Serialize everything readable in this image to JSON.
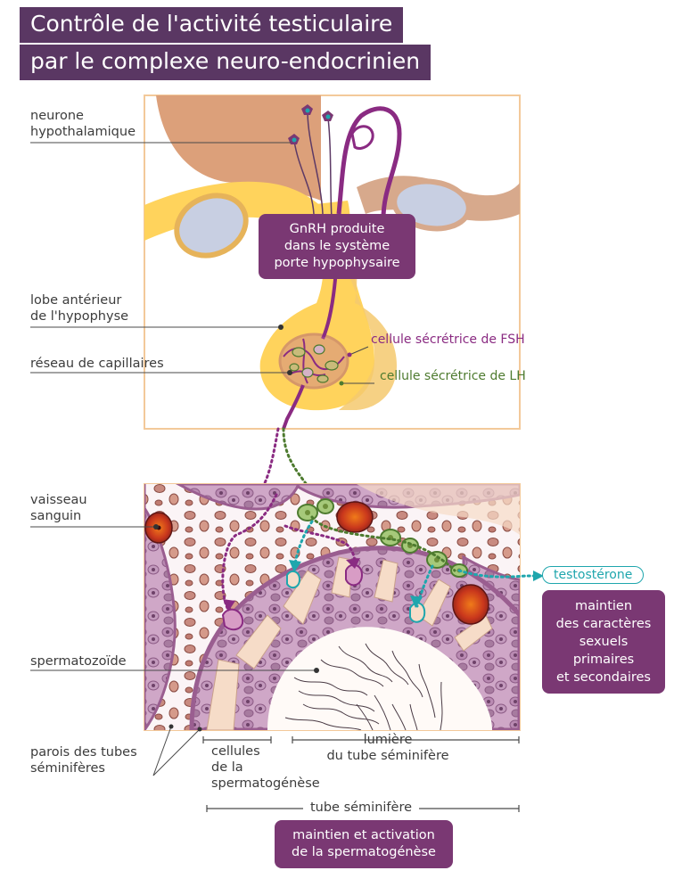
{
  "title": {
    "line1": "Contrôle de l'activité testiculaire",
    "line2": "par le complexe neuro-endocrinien"
  },
  "labels": {
    "neurone": [
      "neurone",
      "hypothalamique"
    ],
    "lobe": [
      "lobe antérieur",
      "de l'hypophyse"
    ],
    "reseau": "réseau de capillaires",
    "vaisseau": [
      "vaisseau",
      "sanguin"
    ],
    "spermatozoide": "spermatozoïde",
    "parois": [
      "parois des tubes",
      "séminifères"
    ],
    "cellules": [
      "cellules",
      "de la",
      "spermatogénèse"
    ],
    "lumiere": [
      "lumière",
      "du tube séminifère"
    ],
    "tube": "tube séminifère",
    "fsh": "cellule sécrétrice de FSH",
    "lh": "cellule sécrétrice de LH",
    "testosterone": "testostérone"
  },
  "callouts": {
    "gnrh": [
      "GnRH produite",
      "dans le système",
      "porte hypophysaire"
    ],
    "caracteres": [
      "maintien",
      "des caractères",
      "sexuels",
      "primaires",
      "et secondaires"
    ],
    "spermato": [
      "maintien et activation",
      "de la spermatogénèse"
    ]
  },
  "colors": {
    "title_bg": "#5a3763",
    "callout_bg": "#7a3873",
    "fsh": "#8a2b82",
    "lh": "#4e7b2f",
    "testosterone": "#1fa6ad",
    "frame": "#f3c99a",
    "gland": "#ffd35c"
  }
}
